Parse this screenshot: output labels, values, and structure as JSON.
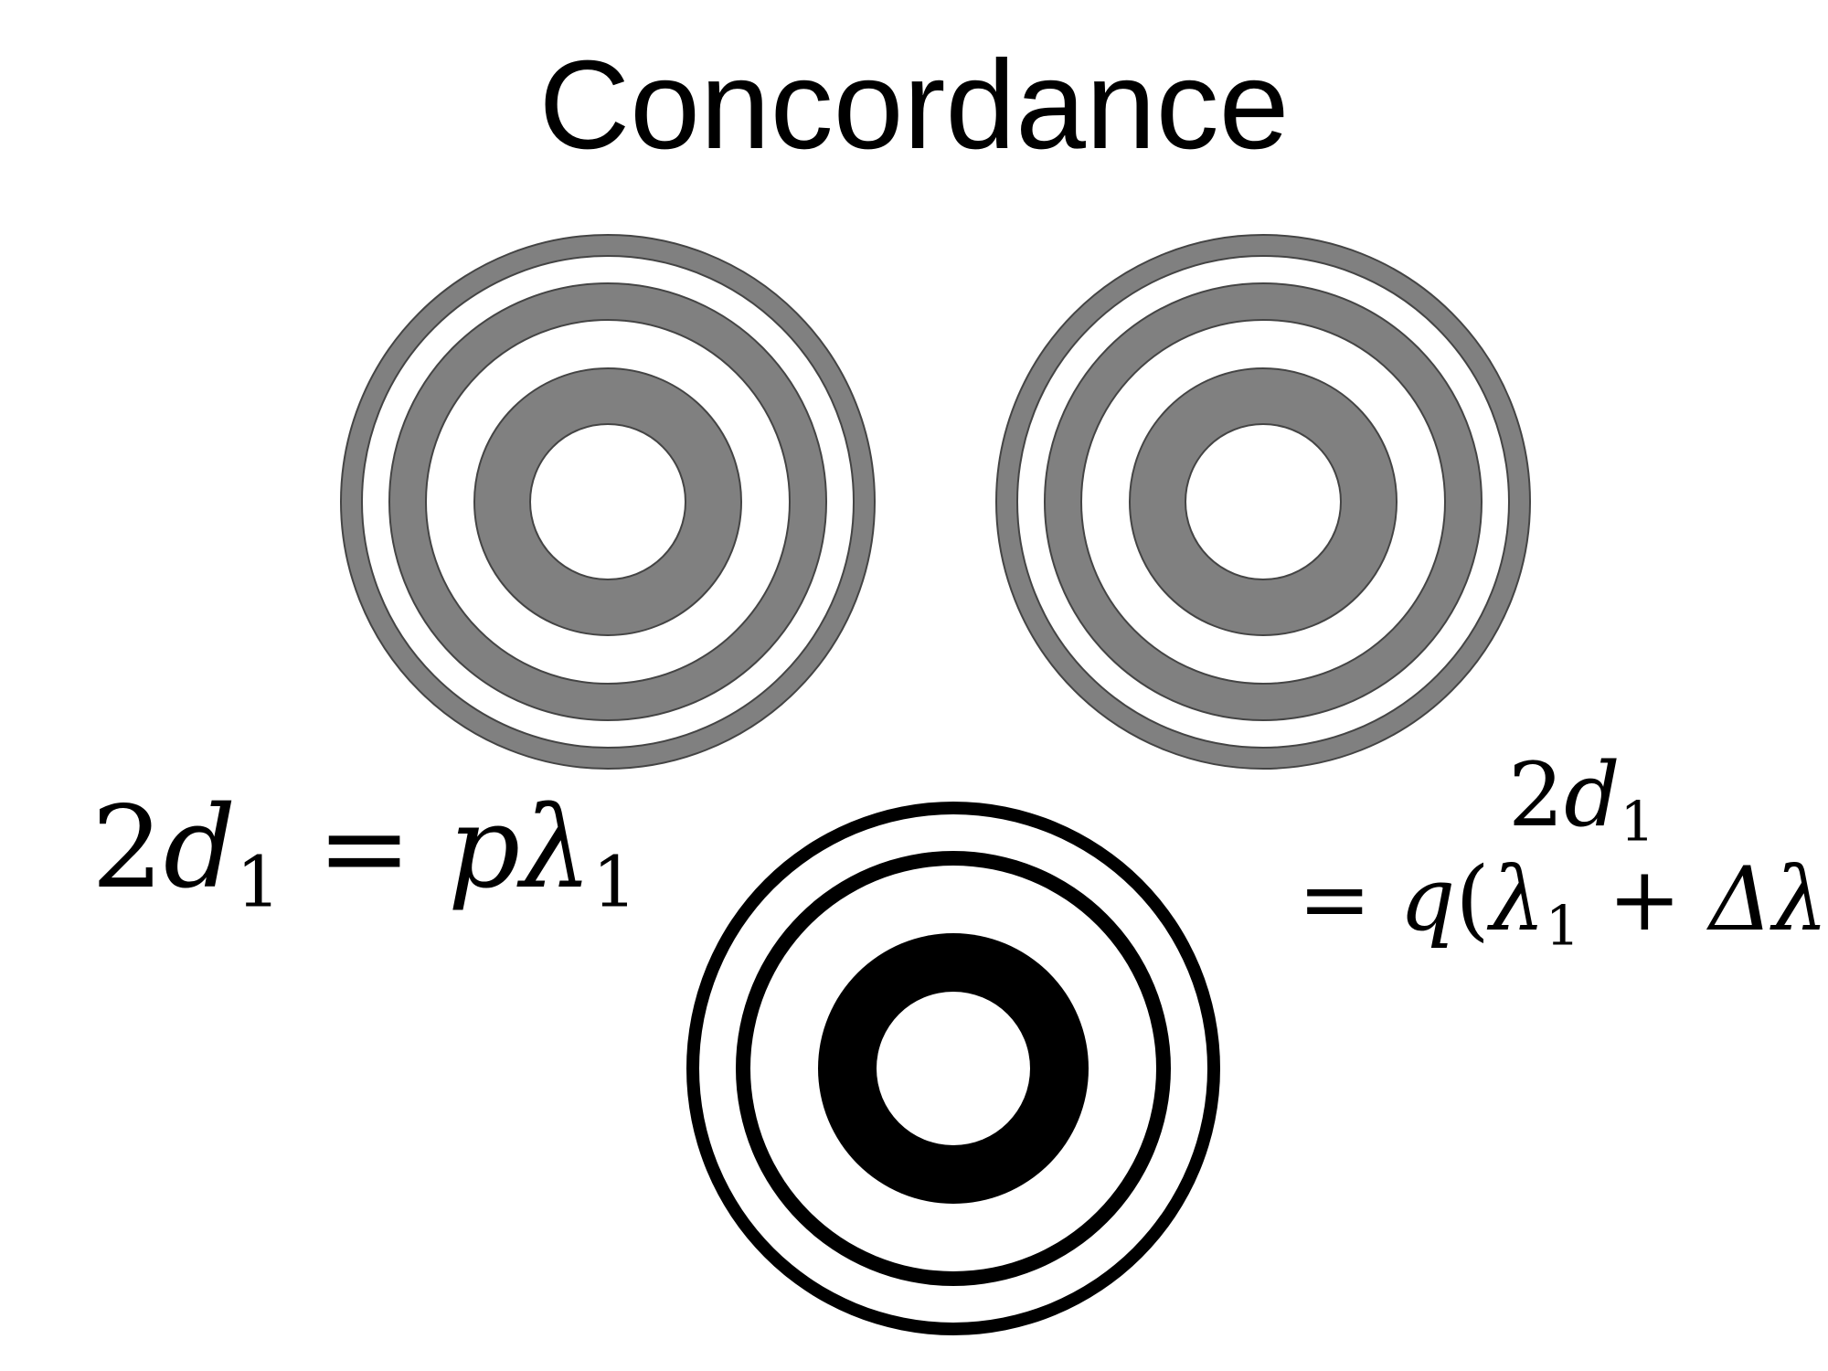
{
  "title": "Concordance",
  "colors": {
    "fringe_gray": "#808080",
    "fringe_black": "#000000",
    "outline": "#444444",
    "background": "#ffffff"
  },
  "fringe_patterns": [
    {
      "name": "pattern-lambda1",
      "fill": "gray"
    },
    {
      "name": "pattern-lambda2",
      "fill": "gray"
    },
    {
      "name": "pattern-superposed",
      "fill": "black"
    }
  ],
  "equations": {
    "left": {
      "lhs_coef": "2",
      "lhs_var": "d",
      "lhs_sub": "1",
      "eq": "=",
      "rhs_var": "p",
      "rhs_lambda": "λ",
      "rhs_sub": "1"
    },
    "right": {
      "line1_coef": "2",
      "line1_var": "d",
      "line1_sub": "1",
      "line2_eq": "=",
      "line2_var": "q",
      "line2_open": "(",
      "line2_lambda": "λ",
      "line2_sub": "1",
      "line2_plus": "+",
      "line2_delta": "Δλ",
      "line2_close": ")"
    }
  }
}
